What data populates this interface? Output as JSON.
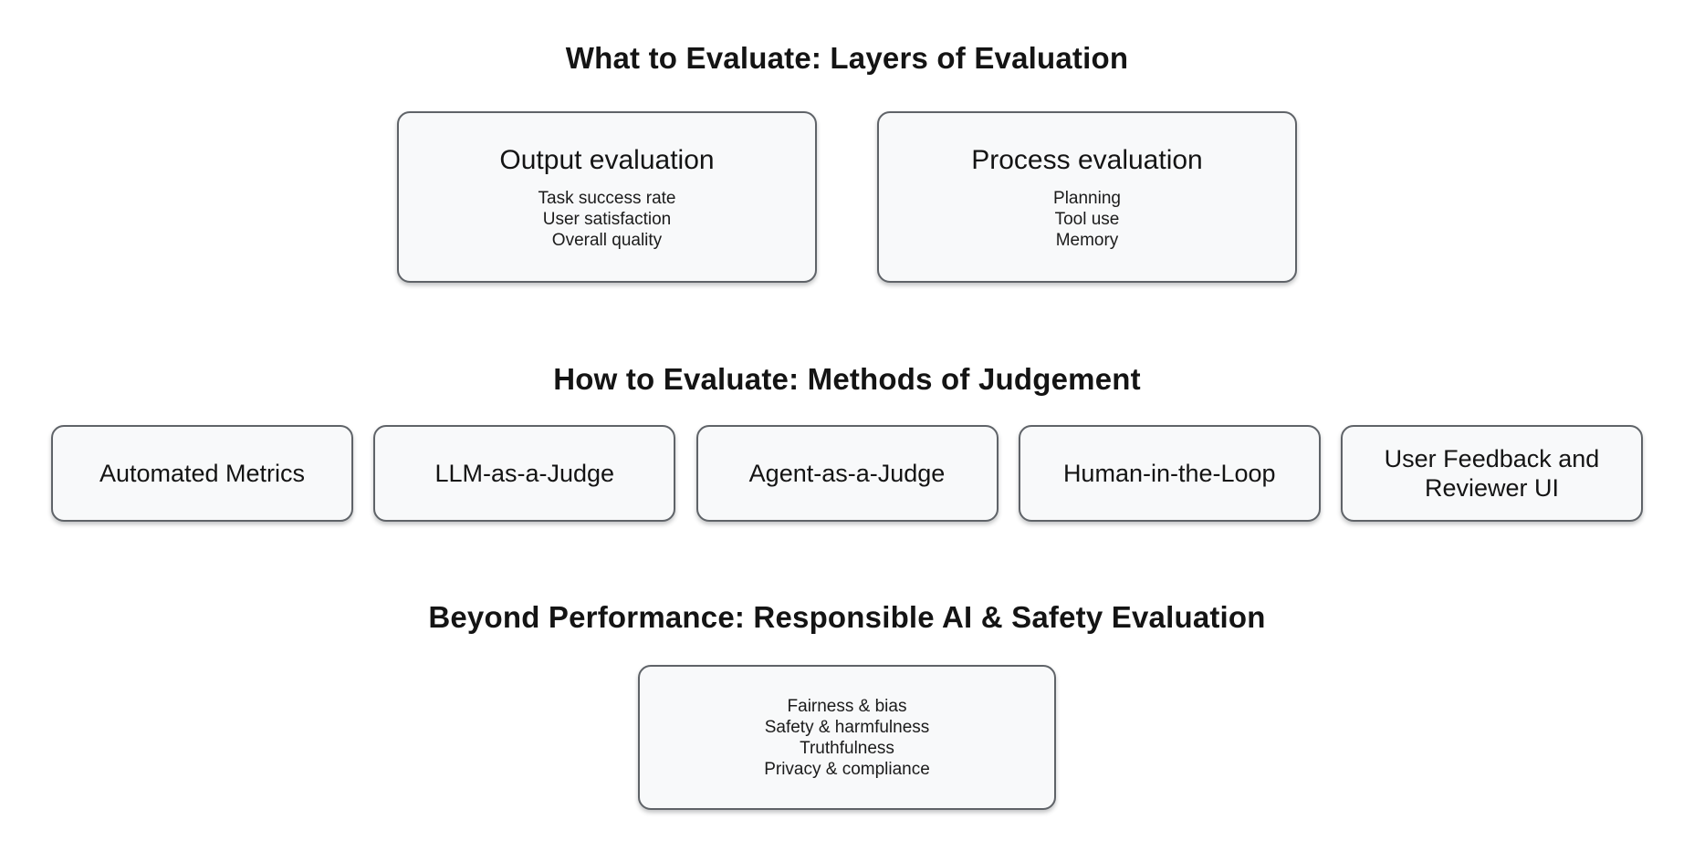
{
  "sections": [
    {
      "title": "What to Evaluate: Layers of Evaluation",
      "boxes": [
        {
          "heading": "Output evaluation",
          "lines": [
            "Task success rate",
            "User satisfaction",
            "Overall quality"
          ]
        },
        {
          "heading": "Process evaluation",
          "lines": [
            "Planning",
            "Tool use",
            "Memory"
          ]
        }
      ]
    },
    {
      "title": "How to Evaluate: Methods of Judgement",
      "boxes": [
        {
          "label": "Automated Metrics"
        },
        {
          "label": "LLM-as-a-Judge"
        },
        {
          "label": "Agent-as-a-Judge"
        },
        {
          "label": "Human-in-the-Loop"
        },
        {
          "label": "User Feedback and Reviewer UI"
        }
      ]
    },
    {
      "title": "Beyond Performance: Responsible AI & Safety Evaluation",
      "boxes": [
        {
          "lines": [
            "Fairness & bias",
            "Safety & harmfulness",
            "Truthfulness",
            "Privacy & compliance"
          ]
        }
      ]
    }
  ],
  "colors": {
    "background": "#ffffff",
    "card_fill": "#f8f9fa",
    "card_border": "#5f6368",
    "title_text": "#141414",
    "body_text": "#1b1b1b"
  }
}
